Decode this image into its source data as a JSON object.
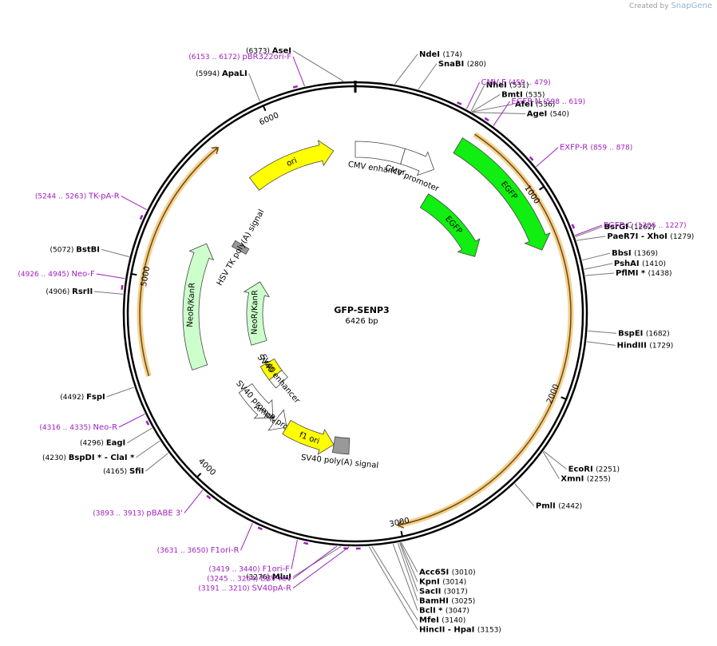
{
  "credit": {
    "prefix": "Created by",
    "brand": "SnapGene"
  },
  "plasmid": {
    "name": "GFP-SENP3",
    "length": 6426,
    "length_label": "6426 bp"
  },
  "ticks": [
    {
      "bp": 1000,
      "label": "1000"
    },
    {
      "bp": 2000,
      "label": "2000"
    },
    {
      "bp": 3000,
      "label": "3000"
    },
    {
      "bp": 4000,
      "label": "4000"
    },
    {
      "bp": 5000,
      "label": "5000"
    },
    {
      "bp": 6000,
      "label": "6000"
    }
  ],
  "features": [
    {
      "name": "ori",
      "label": "ori",
      "start": 5750,
      "end": 6290,
      "dir": "fwd",
      "color": "#ffff00",
      "ring": 1,
      "label_pos": "in"
    },
    {
      "name": "cmv-enhancer",
      "label": "CMV enhancer",
      "start": 0,
      "end": 300,
      "dir": "none",
      "color": "#ffffff",
      "ring": 1,
      "label_pos": "below"
    },
    {
      "name": "cmv-promoter",
      "label": "CMV promoter",
      "start": 300,
      "end": 510,
      "dir": "fwd",
      "color": "#ffffff",
      "ring": 1,
      "label_pos": "below"
    },
    {
      "name": "egfp",
      "label": "EGFP",
      "start": 560,
      "end": 1270,
      "dir": "fwd",
      "color": "#11ee11",
      "ring": 0,
      "label_pos": "inside"
    },
    {
      "name": "egfp-2",
      "label": "EGFP",
      "start": 560,
      "end": 1150,
      "dir": "fwd",
      "color": "#11ee11",
      "ring": 2,
      "label_pos": "inside"
    },
    {
      "name": "senp3-orf",
      "label": "",
      "start": 600,
      "end": 3010,
      "dir": "fwd",
      "color": "#ffffff",
      "ring": -1,
      "label_pos": "none"
    },
    {
      "name": "hsv-tk-polya",
      "label": "HSV TK poly(A) signal",
      "start": 5330,
      "end": 5380,
      "dir": "none",
      "color": "#999999",
      "ring": 2,
      "label_pos": "along"
    },
    {
      "name": "orange-arc-left",
      "label": "",
      "start": 4520,
      "end": 5720,
      "dir": "fwd",
      "color": "#ffffff",
      "ring": -1,
      "label_pos": "none"
    },
    {
      "name": "neor-kanr-outer",
      "label": "NeoR/KanR",
      "start": 4480,
      "end": 5270,
      "dir": "fwd",
      "color": "#ccffcc",
      "ring": 1,
      "label_pos": "along"
    },
    {
      "name": "neor-kanr-inner",
      "label": "NeoR/KanR",
      "start": 4520,
      "end": 5150,
      "dir": "fwd",
      "color": "#ccffcc",
      "ring": 3,
      "label_pos": "along"
    },
    {
      "name": "sv40-ori",
      "label": "SV40 ori",
      "start": 4150,
      "end": 4300,
      "dir": "none",
      "color": "#ffff00",
      "ring": 3,
      "label_pos": "along"
    },
    {
      "name": "sv40-enhancer",
      "label": "SV40 enhancer",
      "start": 4050,
      "end": 4150,
      "dir": "none",
      "color": "#ffffff",
      "ring": 3,
      "label_pos": "along"
    },
    {
      "name": "sv40-promoter",
      "label": "SV40 promoter",
      "start": 3900,
      "end": 4210,
      "dir": "rev",
      "color": "#ffffff",
      "ring": 2,
      "label_pos": "along"
    },
    {
      "name": "ampr-promoter",
      "label": "AmpR promoter",
      "start": 3770,
      "end": 3870,
      "dir": "rev",
      "color": "#ffffff",
      "ring": 2,
      "label_pos": "along"
    },
    {
      "name": "f1-ori",
      "label": "f1 ori",
      "start": 3380,
      "end": 3770,
      "dir": "rev",
      "color": "#ffff00",
      "ring": 2,
      "label_pos": "in"
    },
    {
      "name": "sv40-polya",
      "label": "SV40 poly(A) signal",
      "start": 3260,
      "end": 3380,
      "dir": "none",
      "color": "#999999",
      "ring": 2,
      "label_pos": "above"
    }
  ],
  "sites": [
    {
      "name": "AseI",
      "pos": "(6373)",
      "bp": 6373
    },
    {
      "name": "NdeI",
      "pos": "(174)",
      "bp": 174
    },
    {
      "name": "SnaBI",
      "pos": "(280)",
      "bp": 280
    },
    {
      "name": "NheI",
      "pos": "(531)",
      "bp": 531
    },
    {
      "name": "BmtI",
      "pos": "(535)",
      "bp": 535
    },
    {
      "name": "AfeI",
      "pos": "(536)",
      "bp": 536
    },
    {
      "name": "AgeI",
      "pos": "(540)",
      "bp": 540
    },
    {
      "name": "BsrGI",
      "pos": "(1262)",
      "bp": 1262
    },
    {
      "name": "PaeR7I - XhoI",
      "pos": "(1279)",
      "bp": 1279
    },
    {
      "name": "BbsI",
      "pos": "(1369)",
      "bp": 1369
    },
    {
      "name": "PshAI",
      "pos": "(1410)",
      "bp": 1410
    },
    {
      "name": "PflMI *",
      "pos": "(1438)",
      "bp": 1438
    },
    {
      "name": "BspEI",
      "pos": "(1682)",
      "bp": 1682
    },
    {
      "name": "HindIII",
      "pos": "(1729)",
      "bp": 1729
    },
    {
      "name": "EcoRI",
      "pos": "(2251)",
      "bp": 2251
    },
    {
      "name": "XmnI",
      "pos": "(2255)",
      "bp": 2255
    },
    {
      "name": "PmlI",
      "pos": "(2442)",
      "bp": 2442
    },
    {
      "name": "Acc65I",
      "pos": "(3010)",
      "bp": 3010
    },
    {
      "name": "KpnI",
      "pos": "(3014)",
      "bp": 3014
    },
    {
      "name": "SacII",
      "pos": "(3017)",
      "bp": 3017
    },
    {
      "name": "BamHI",
      "pos": "(3025)",
      "bp": 3025
    },
    {
      "name": "BclI *",
      "pos": "(3047)",
      "bp": 3047
    },
    {
      "name": "MfeI",
      "pos": "(3140)",
      "bp": 3140
    },
    {
      "name": "HincII - HpaI",
      "pos": "(3153)",
      "bp": 3153
    },
    {
      "name": "MluI",
      "pos": "(3276)",
      "bp": 3276
    },
    {
      "name": "SfiI",
      "pos": "(4165)",
      "bp": 4165
    },
    {
      "name": "BspDI * - ClaI *",
      "pos": "(4230)",
      "bp": 4230
    },
    {
      "name": "EagI",
      "pos": "(4296)",
      "bp": 4296
    },
    {
      "name": "FspI",
      "pos": "(4492)",
      "bp": 4492
    },
    {
      "name": "RsrII",
      "pos": "(4906)",
      "bp": 4906
    },
    {
      "name": "BstBI",
      "pos": "(5072)",
      "bp": 5072
    },
    {
      "name": "ApaLI",
      "pos": "(5994)",
      "bp": 5994
    }
  ],
  "primers": [
    {
      "name": "pBR322ori-F",
      "pos": "(6153 .. 6172)",
      "bp": 6162
    },
    {
      "name": "CMV-F",
      "pos": "(459 .. 479)",
      "bp": 469
    },
    {
      "name": "EGFP-N",
      "pos": "(598 .. 619)",
      "bp": 608
    },
    {
      "name": "EXFP-R",
      "pos": "(859 .. 878)",
      "bp": 868
    },
    {
      "name": "EGFP-C",
      "pos": "(1206 .. 1227)",
      "bp": 1216
    },
    {
      "name": "TK-pA-R",
      "pos": "(5244 .. 5263)",
      "bp": 5253
    },
    {
      "name": "Neo-F",
      "pos": "(4926 .. 4945)",
      "bp": 4935
    },
    {
      "name": "Neo-R",
      "pos": "(4316 .. 4335)",
      "bp": 4325
    },
    {
      "name": "pBABE 3'",
      "pos": "(3893 .. 3913)",
      "bp": 3903
    },
    {
      "name": "F1ori-R",
      "pos": "(3631 .. 3650)",
      "bp": 3640
    },
    {
      "name": "F1ori-F",
      "pos": "(3419 .. 3440)",
      "bp": 3430
    },
    {
      "name": "EBV-rev",
      "pos": "(3245 .. 3264)",
      "bp": 3254
    },
    {
      "name": "SV40pA-R",
      "pos": "(3191 .. 3210)",
      "bp": 3200
    }
  ],
  "colors": {
    "backbone": "#000000",
    "primer": "#a020c0",
    "orange_arc": "#e8a23a",
    "orange_glow": "#f5d08a"
  }
}
